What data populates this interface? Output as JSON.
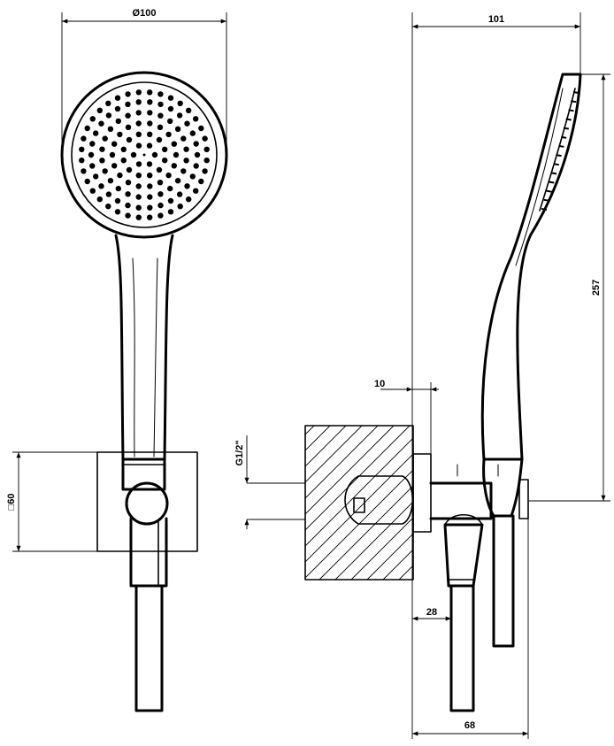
{
  "dimensions": {
    "diameter": "Ø100",
    "width_side": "101",
    "height": "257",
    "offset": "10",
    "thread": "G1/2\"",
    "bracket": "□60",
    "outlet": "28",
    "depth": "68"
  }
}
